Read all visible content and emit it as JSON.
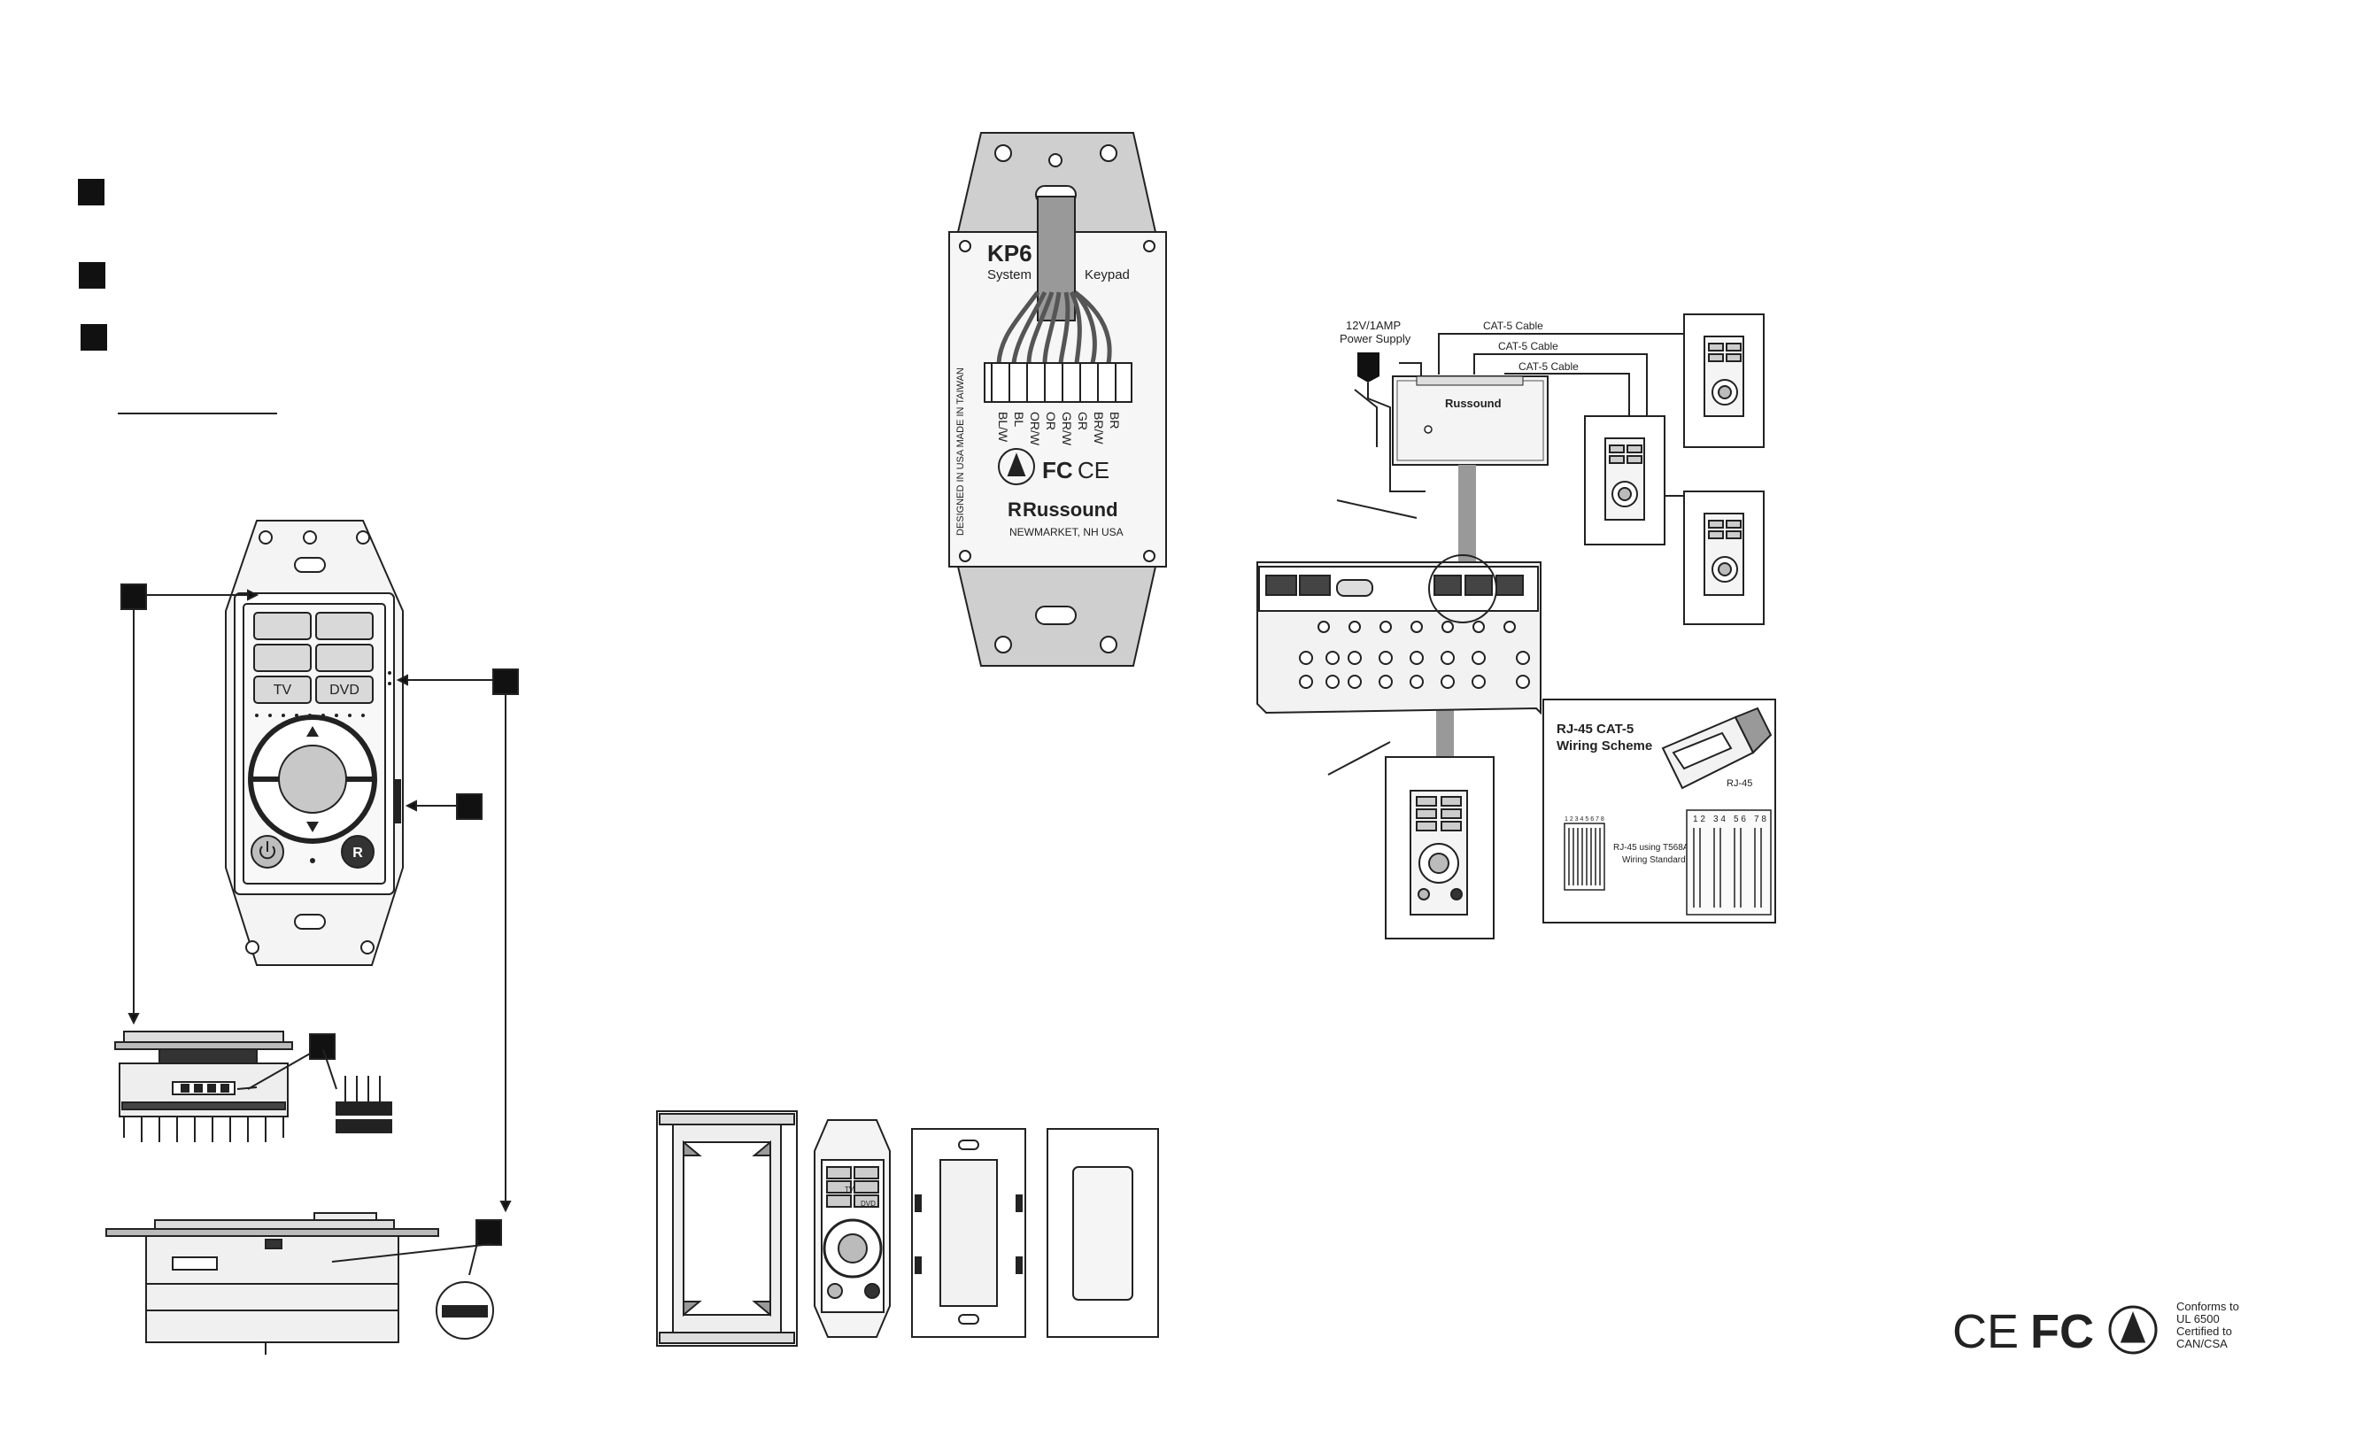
{
  "keypad_buttons": {
    "tv": "TV",
    "dvd": "DVD"
  },
  "back_label": {
    "model": "KP6",
    "system": "System",
    "keypad": "Keypad",
    "wire_colors": [
      "BL/W",
      "BL",
      "OR/W",
      "OR",
      "GR/W",
      "GR",
      "BR/W",
      "BR"
    ],
    "origin": "DESIGNED IN USA  MADE IN TAIWAN",
    "brand": "Russound",
    "location": "NEWMARKET, NH USA",
    "fcc": "FC",
    "ce": "CE"
  },
  "wiring_diagram": {
    "power_supply": "12V/1AMP",
    "power_supply_sub": "Power Supply",
    "cables": [
      "CAT-5 Cable",
      "CAT-5 Cable",
      "CAT-5 Cable"
    ],
    "splitter_brand": "Russound",
    "rj45_title_line1": "RJ-45 CAT-5",
    "rj45_title_line2": "Wiring Scheme",
    "rj45_label": "RJ-45",
    "standard_line1": "RJ-45 using T568A",
    "standard_line2": "Wiring Standard",
    "pin_numbers": "1 2 3 4 5 6 7 8",
    "pin_groups": [
      "1 2",
      "3 4",
      "5 6",
      "7 8"
    ]
  },
  "certification": {
    "ce": "CE",
    "fc": "FC",
    "lines": [
      "Conforms to",
      "UL 6500",
      "Certified to",
      "CAN/CSA"
    ]
  },
  "icons": [
    "power-icon",
    "russound-logo-icon",
    "up-arrow-icon",
    "down-arrow-icon",
    "tuv-mark-icon"
  ]
}
